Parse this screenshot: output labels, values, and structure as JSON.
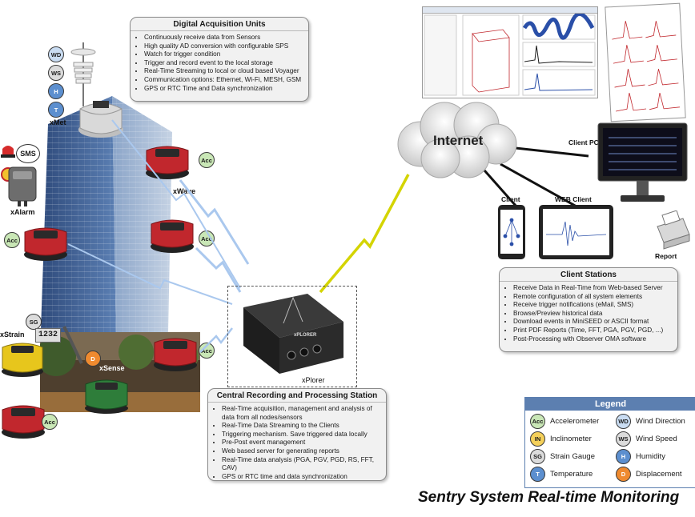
{
  "title": "Sentry System Real-time Monitoring",
  "internet_label": "Internet",
  "devices": {
    "xmet": "xMet",
    "xalarm": "xAlarm",
    "xwave": "xWave",
    "xstrain": "xStrain",
    "xsense": "xSense",
    "xplorer": "xPlorer",
    "sms": "SMS",
    "strain_value": "1232",
    "xplorer_brand": "xPLORER"
  },
  "client_labels": {
    "client_pc": "Client PC",
    "client": "Client",
    "web_client": "WEB Client",
    "report": "Report"
  },
  "sensor_codes": {
    "wd": "WD",
    "ws": "WS",
    "h": "H",
    "t": "T",
    "acc": "Acc",
    "sg": "SG",
    "d": "D",
    "in": "IN"
  },
  "boxes": {
    "dau": {
      "title": "Digital Acquisition Units",
      "items": [
        "Continuously receive data from Sensors",
        "High quality AD conversion with configurable SPS",
        "Watch for trigger condition",
        "Trigger and record event to the local storage",
        "Real-Time Streaming to local or cloud based Voyager",
        "Communication options: Ethernet, Wi-Fi, MESH, GSM",
        "GPS or RTC Time and Data synchronization"
      ]
    },
    "crs": {
      "title": "Central Recording and Processing Station",
      "items": [
        "Real-Time acquisition, management and analysis of data from all nodes/sensors",
        "Real-Time Data Streaming to the Clients",
        "Triggering mechanism. Save triggered data locally",
        "Pre-Post event management",
        "Web based server for generating reports",
        "Real-Time data analysis (PGA, PGV, PGD, RS, FFT, CAV)",
        "GPS or RTC time and data synchronization"
      ]
    },
    "cs": {
      "title": "Client Stations",
      "items": [
        "Receive Data in Real-Time from Web-based Server",
        "Remote configuration of all system elements",
        "Receive trigger notifications (eMail, SMS)",
        "Browse/Preview historical data",
        "Download events in MiniSEED or ASCII format",
        "Print PDF Reports (Time, FFT, PGA, PGV, PGD, ...)",
        "Post-Processing with Observer OMA software"
      ]
    }
  },
  "legend": {
    "title": "Legend",
    "items": [
      {
        "code": "Acc",
        "label": "Accelerometer",
        "color": "#c9e7b6"
      },
      {
        "code": "WD",
        "label": "Wind Direction",
        "color": "#c9dcf2"
      },
      {
        "code": "IN",
        "label": "Inclinometer",
        "color": "#f4d05a"
      },
      {
        "code": "WS",
        "label": "Wind Speed",
        "color": "#dcdcdc"
      },
      {
        "code": "SG",
        "label": "Strain Gauge",
        "color": "#dcdcdc"
      },
      {
        "code": "H",
        "label": "Humidity",
        "color": "#5c8fcf"
      },
      {
        "code": "T",
        "label": "Temperature",
        "color": "#5c8fcf"
      },
      {
        "code": "D",
        "label": "Displacement",
        "color": "#ef8a2f"
      }
    ]
  },
  "colors": {
    "sensor_red": "#c1272d",
    "sensor_green": "#2e7d3a",
    "sensor_yellow": "#e7c61c",
    "legend_header": "#5c7fb0",
    "building_blue": "#3d5d8c",
    "link_yellow": "#d4d400",
    "link_lightblue": "#aac8ee"
  }
}
